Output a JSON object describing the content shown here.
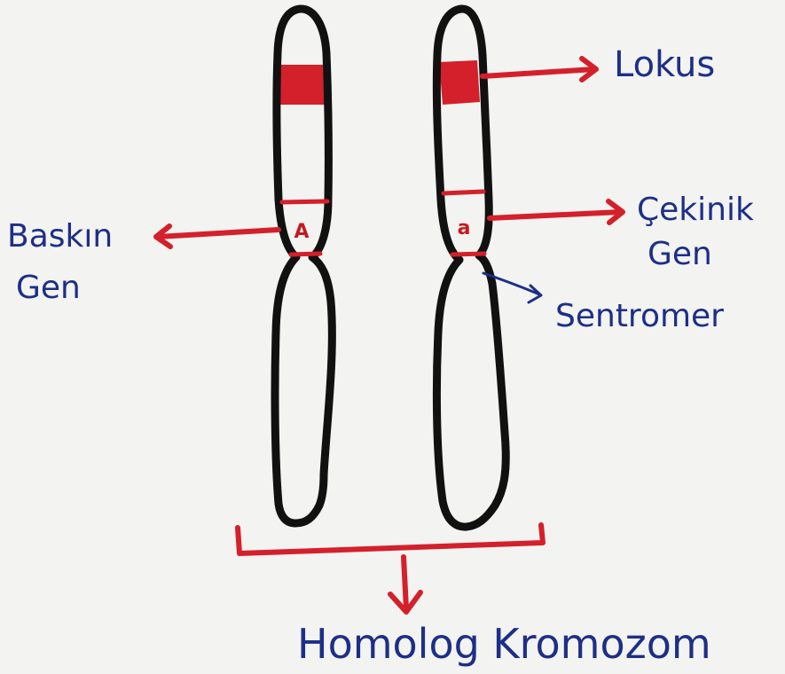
{
  "chromosomes": {
    "left_allele": "A",
    "right_allele": "a"
  },
  "labels": {
    "lokus": "Lokus",
    "baskin_line1": "Baskın",
    "baskin_line2": "Gen",
    "cekinik_line1": "Çekinik",
    "cekinik_line2": "Gen",
    "sentromer": "Sentromer",
    "homolog": "Homolog Kromozom"
  },
  "colors": {
    "outline": "#111111",
    "marker_red": "#d4202a",
    "label_blue": "#1d2f86",
    "paper": "#f3f3f1"
  }
}
